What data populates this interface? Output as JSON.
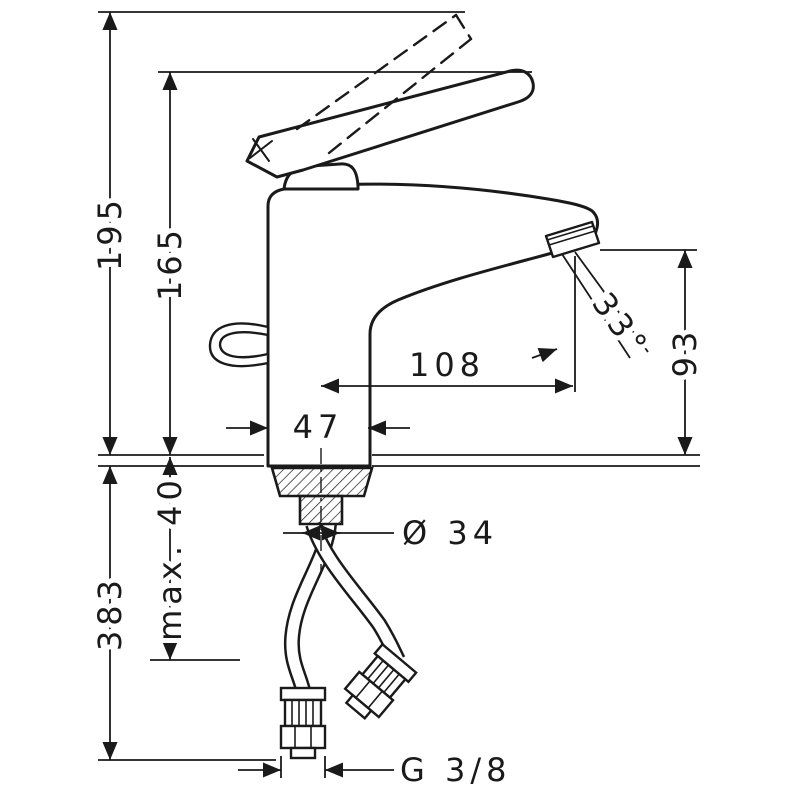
{
  "drawing": {
    "background": "#ffffff",
    "line_color": "#1a1a1a"
  },
  "dimensions": {
    "lever_raised_height": "195",
    "body_height": "165",
    "spout_outlet_height": "93",
    "stream_angle": "33°",
    "spout_reach": "108",
    "body_width": "47",
    "mounting_hole_diameter": "Ø 34",
    "max_mounting_thickness": "max. 40",
    "hose_length": "383",
    "connection_thread": "G 3/8"
  }
}
